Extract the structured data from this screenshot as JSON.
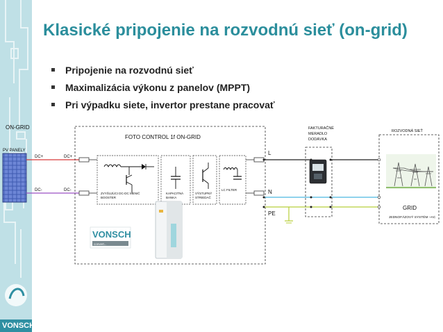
{
  "slide": {
    "title": "Klasické pripojenie na rozvodnú sieť (on-grid)",
    "bullets": [
      "Pripojenie na rozvodnú sieť",
      "Maximalizácia výkonu z panelov (MPPT)",
      "Pri výpadku siete, invertor prestane pracovať"
    ],
    "side_logo": "VONSCH"
  },
  "diagram": {
    "on_grid_label": "ON-GRID",
    "pv_panels_label": "PV PANELY",
    "dc_plus_left": "DC+",
    "dc_minus_left": "DC-",
    "dc_plus_inner": "DC+",
    "dc_minus_inner": "DC-",
    "inverter_title": "FOTO CONTROL 1f ON-GRID",
    "booster_label_1": "ZVYŠUJÚCI DC-DC MENIČ",
    "booster_label_2": "BOOSTER",
    "cap_label_1": "KAPACITNÁ",
    "cap_label_2": "BANKA",
    "output_label_1": "VÝSTUPNÝ",
    "output_label_2": "STRIEDAČ",
    "lc_label": "LC FILTER",
    "brand": "VONSCH",
    "brand_tagline": "convert...",
    "line_L": "L",
    "line_N": "N",
    "line_PE": "PE",
    "meter_label_1": "FAKTURAČNÉ",
    "meter_label_2": "MERADLO",
    "meter_label_3": "DODÁVKA",
    "grid_top_label": "ROZVODNÁ SIEŤ",
    "grid_label": "GRID",
    "grid_sub_label": "JEDNOFÁZOVÝ SYSTÉM ~AC",
    "colors": {
      "accent": "#2b8e9c",
      "dc_plus": "#d63a3a",
      "dc_minus": "#9b4fc4",
      "neutral": "#4bb6e0",
      "pe": "#b8cf3a"
    }
  }
}
